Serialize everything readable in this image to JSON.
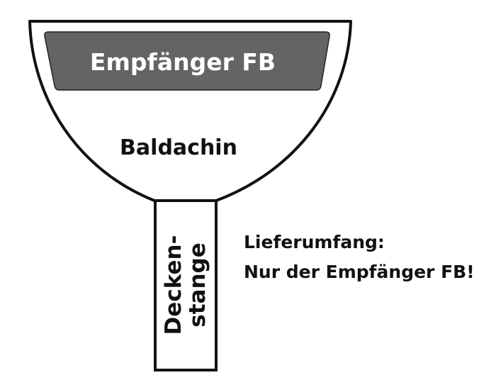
{
  "receiver_label": "Empfänger FB",
  "canopy_label": "Baldachin",
  "rod_label_line1": "Decken-",
  "rod_label_line2": "stange",
  "note_line1": "Lieferumfang:",
  "note_line2": "Nur der Empfänger FB!",
  "colors": {
    "receiver_fill": "#646464",
    "stroke": "#111111"
  }
}
